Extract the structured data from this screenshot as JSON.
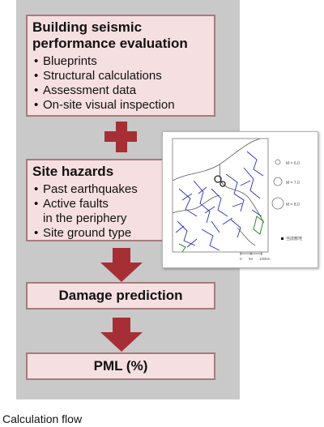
{
  "flow": {
    "box1": {
      "title_line1": "Building seismic",
      "title_line2": "performance evaluation",
      "items": [
        "Blueprints",
        "Structural calculations",
        "Assessment data",
        "On-site visual inspection"
      ]
    },
    "box2": {
      "title": "Site hazards",
      "items": [
        "Past earthquakes",
        "Active faults",
        "in the periphery",
        "Site ground type"
      ]
    },
    "box3": {
      "title": "Damage prediction"
    },
    "box4": {
      "title": "PML (%)"
    }
  },
  "map_inset": {
    "legend": [
      "M = 6.0",
      "M = 7.0",
      "M = 8.0"
    ],
    "site_label": "当該敷地",
    "scale_labels": [
      "0",
      "50",
      "100km"
    ]
  },
  "caption": "Calculation flow",
  "colors": {
    "panel_bg": "#c9c9c9",
    "box_fill": "#f6dfe0",
    "box_border": "#a57b7e",
    "accent": "#a52f35",
    "map_lines": "#2230b8"
  }
}
